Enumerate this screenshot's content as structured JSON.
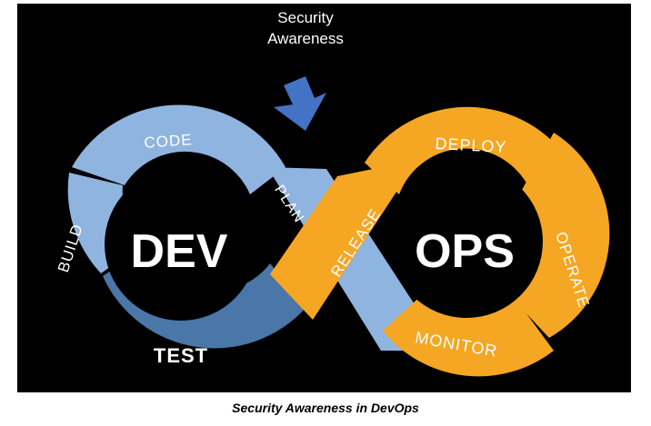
{
  "callout": {
    "line1": "Security",
    "line2": "Awareness"
  },
  "dev_loop": {
    "label": "DEV",
    "segments": {
      "code": "CODE",
      "build": "BUILD",
      "test": "TEST",
      "plan": "PLAN"
    }
  },
  "ops_loop": {
    "label": "OPS",
    "segments": {
      "release": "RELEASE",
      "deploy": "DEPLOY",
      "operate": "OPERATE",
      "monitor": "MONITOR"
    }
  },
  "caption": "Security Awareness in DevOps",
  "colors": {
    "background": "#000000",
    "dev_light": "#8FB4E0",
    "dev_dark": "#4A76A8",
    "ops": "#F5A623",
    "arrow": "#4472C4",
    "hub": "#000000",
    "text": "#ffffff"
  },
  "icons": {
    "pointer": "arrow-down-icon"
  }
}
